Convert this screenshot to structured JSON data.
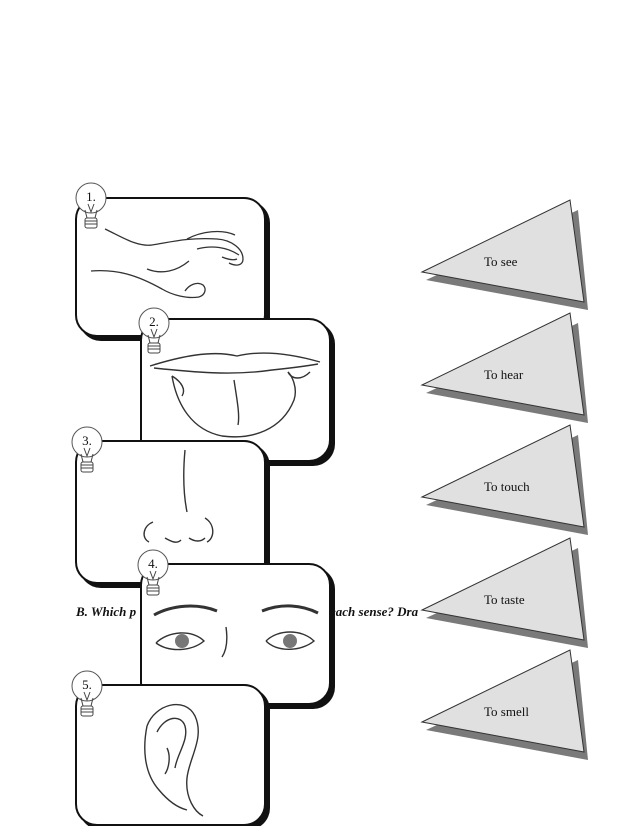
{
  "instruction_left": "B. Which p",
  "instruction_right": "each sense? Dra",
  "cards": [
    {
      "number": "1.",
      "image": "hand-icon"
    },
    {
      "number": "2.",
      "image": "tongue-icon"
    },
    {
      "number": "3.",
      "image": "nose-icon"
    },
    {
      "number": "4.",
      "image": "eyes-icon"
    },
    {
      "number": "5.",
      "image": "ear-icon"
    }
  ],
  "senses": [
    {
      "label": "To see"
    },
    {
      "label": "To hear"
    },
    {
      "label": "To touch"
    },
    {
      "label": "To taste"
    },
    {
      "label": "To smell"
    }
  ],
  "colors": {
    "triangle_fill": "#e0e0e0",
    "triangle_shadow": "#7a7a7a"
  }
}
